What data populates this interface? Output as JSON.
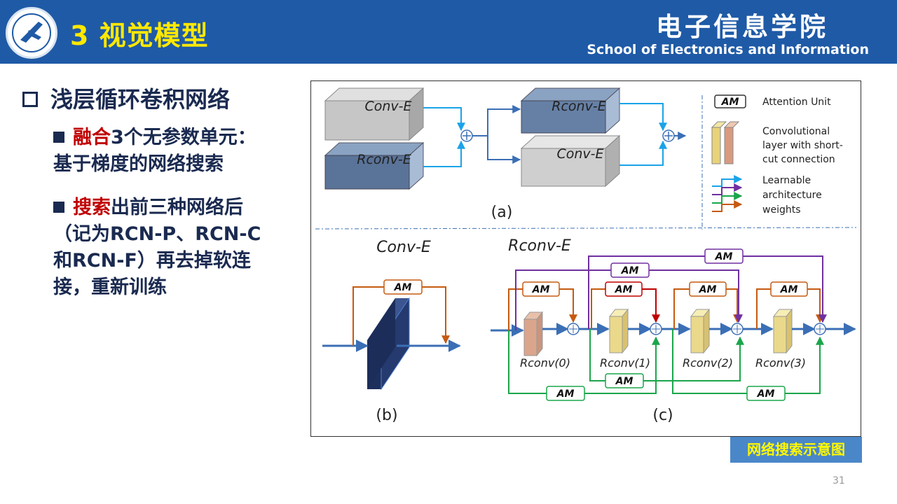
{
  "header": {
    "title": "3 视觉模型",
    "school_cn": "电子信息学院",
    "school_en": "School of Electronics and Information",
    "logo_icon": "university-seal-icon",
    "colors": {
      "bar": "#1f5aa6",
      "title": "#ffe800"
    }
  },
  "content": {
    "heading": "浅层循环卷积网络",
    "bullet1": {
      "highlight": "融合",
      "line1_rest": "3个无参数单元：",
      "line2": "基于梯度的网络搜索"
    },
    "bullet2": {
      "highlight": "搜索",
      "line1_rest": "出前三种网络后",
      "line2": "（记为RCN-P、RCN-C",
      "line3": "和RCN-F）再去掉软连",
      "line4": "接，重新训练"
    }
  },
  "figure": {
    "a": {
      "blocks": [
        "Conv-E",
        "Rconv-E",
        "Rconv-E",
        "Conv-E"
      ],
      "label": "(a)"
    },
    "legend": {
      "am_box": "AM",
      "attention": "Attention Unit",
      "conv_line1": "Convolutional",
      "conv_line2": "layer with short-",
      "conv_line3": "cut connection",
      "learn_line1": "Learnable",
      "learn_line2": "architecture",
      "learn_line3": "weights"
    },
    "b": {
      "title": "Conv-E",
      "am": "AM",
      "label": "(b)"
    },
    "c": {
      "title": "Rconv-E",
      "am": "AM",
      "layers": [
        "Rconv(0)",
        "Rconv(1)",
        "Rconv(2)",
        "Rconv(3)"
      ],
      "label": "(c)"
    },
    "colors": {
      "blue": "#1aa3e8",
      "purple": "#7030a0",
      "green": "#1aa64a",
      "orange": "#c55a11",
      "arrow": "#3b6fb5",
      "red": "#c00000"
    }
  },
  "caption": "网络搜索示意图",
  "page_number": "31"
}
